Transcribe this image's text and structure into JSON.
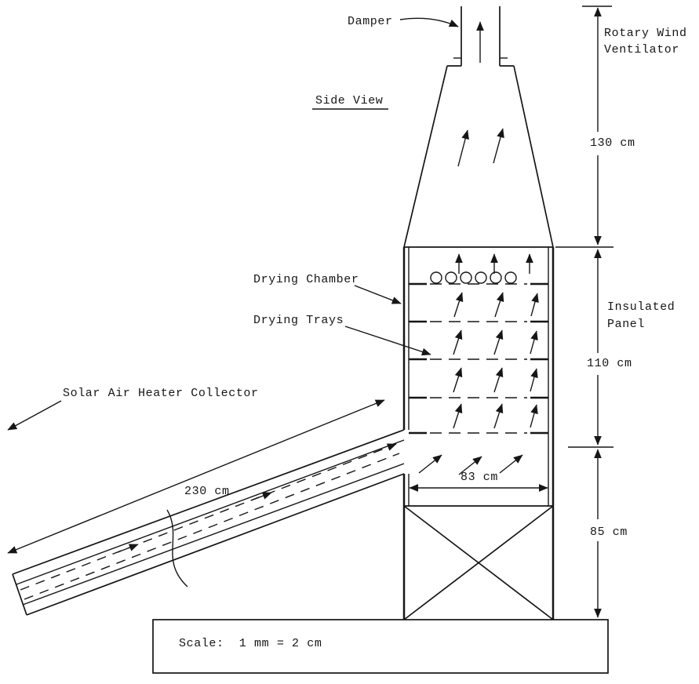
{
  "diagram": {
    "title": "Solar dryer side-view schematic",
    "labels": {
      "damper": "Damper",
      "side_view": "Side View",
      "rotary_wind_line1": "Rotary Wind",
      "rotary_wind_line2": "Ventilator",
      "insulated_line1": "Insulated",
      "insulated_line2": "Panel",
      "drying_chamber": "Drying Chamber",
      "drying_trays": "Drying Trays",
      "solar_collector": "Solar Air Heater Collector",
      "scale": "Scale:  1 mm = 2 cm"
    },
    "dims": {
      "ventilator_height": "130 cm",
      "chamber_height": "110 cm",
      "base_height": "85 cm",
      "chamber_width": "83 cm",
      "collector_length": "230 cm"
    },
    "colors": {
      "ink": "#161616",
      "background": "#ffffff"
    }
  }
}
